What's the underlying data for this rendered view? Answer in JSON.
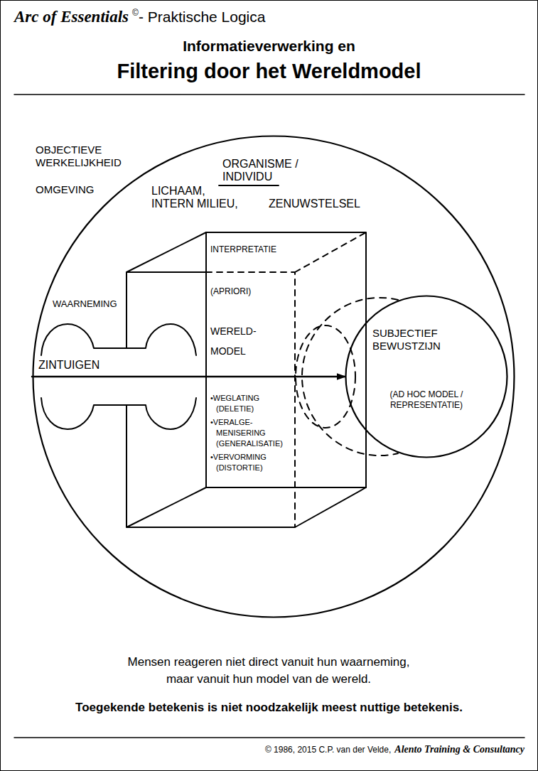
{
  "diagram": {
    "title": "Filtering door het Wereldmodel",
    "caption": "Mensen reageren niet direct vanuit hun waarneming, maar vanuit hun model van de wereld.",
    "nodes": [
      {
        "text": [
          "ORGANISME / INDIVIDU",
          "LICHAAM, INTERN MILIEU,",
          "ZENUWSTELSEL"
        ]
      },
      {
        "text": [
          "INTERPRETATIE",
          "(APRIORI)",
          "WERELD- MODEL",
          "•WEGLATING (DELETIE)",
          "•VERALGE- MENISERING (GENERALISATIE)",
          "•VERVORMING (DISTORTIE)"
        ],
        "in": 0
      },
      {
        "text": [
          "SUBJECTIEF BEWUSTZIJN",
          "(AD HOC MODEL / REPRESENTATIE)"
        ],
        "in": 0
      }
    ],
    "edges": [
      {
        "from": 1,
        "to": 2,
        "arrow": "to"
      }
    ],
    "labels": [
      "Arc of Essentials",
      "©",
      "- Praktische Logica",
      "Informatieverwerking en",
      "OBJECTIEVE WERKELIJKHEID",
      "OMGEVING",
      "WAARNEMING",
      "ZINTUIGEN",
      "Toegekende betekenis is niet noodzakelijk meest nuttige betekenis.",
      "© 1986, 2015 C.P. van der Velde,",
      "Alento Training & Consultancy"
    ]
  }
}
